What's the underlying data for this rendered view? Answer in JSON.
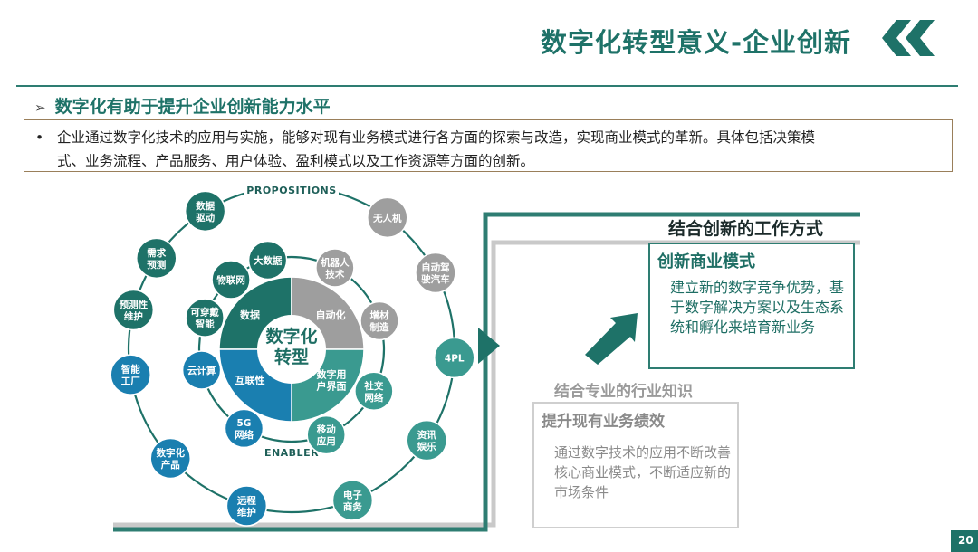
{
  "header": {
    "title": "数字化转型意义-企业创新"
  },
  "subtitle": {
    "text": "数字化有助于提升企业创新能力水平"
  },
  "description": {
    "bullet": "•",
    "line1": "企业通过数字化技术的应用与实施，能够对现有业务模式进行各方面的探索与改造，实现商业模式的革新。具体包括决策模",
    "line2": "式、业务流程、产品服务、用户体验、盈利模式以及工作资源等方面的创新。"
  },
  "diagram": {
    "ring_top_label": "PROPOSITIONS",
    "ring_bottom_label": "ENABLER",
    "center": [
      "数字化",
      "转型"
    ],
    "segments": [
      {
        "label": "数据",
        "color": "#1e7268"
      },
      {
        "label": "自动化",
        "color": "#9e9e9e"
      },
      {
        "label": "数字用户界面",
        "lines": [
          "数字用",
          "户界面"
        ],
        "color": "#3a9a90"
      },
      {
        "label": "互联性",
        "color": "#1a7fb0"
      }
    ],
    "outer_nodes": [
      {
        "label": "数据驱动",
        "lines": [
          "数据",
          "驱动"
        ],
        "color": "#1e7268"
      },
      {
        "label": "无人机",
        "lines": [
          "无人机"
        ],
        "color": "#9e9e9e"
      },
      {
        "label": "自动驾驶汽车",
        "lines": [
          "自动驾",
          "驶汽车"
        ],
        "color": "#9e9e9e"
      },
      {
        "label": "4PL",
        "lines": [
          "4PL"
        ],
        "color": "#3a9a90"
      },
      {
        "label": "资讯娱乐",
        "lines": [
          "资讯",
          "娱乐"
        ],
        "color": "#3a9a90"
      },
      {
        "label": "电子商务",
        "lines": [
          "电子",
          "商务"
        ],
        "color": "#3a9a90"
      },
      {
        "label": "远程维护",
        "lines": [
          "远程",
          "维护"
        ],
        "color": "#1a7fb0"
      },
      {
        "label": "数字化产品",
        "lines": [
          "数字化",
          "产品"
        ],
        "color": "#1a7fb0"
      },
      {
        "label": "智能工厂",
        "lines": [
          "智能",
          "工厂"
        ],
        "color": "#1a7fb0"
      },
      {
        "label": "预测性维护",
        "lines": [
          "预测性",
          "维护"
        ],
        "color": "#1e7268"
      },
      {
        "label": "需求预测",
        "lines": [
          "需求",
          "预测"
        ],
        "color": "#1e7268"
      }
    ],
    "inner_nodes": [
      {
        "label": "大数据",
        "lines": [
          "大数据"
        ],
        "color": "#1e7268"
      },
      {
        "label": "机器人技术",
        "lines": [
          "机器人",
          "技术"
        ],
        "color": "#9e9e9e"
      },
      {
        "label": "增材制造",
        "lines": [
          "增材",
          "制造"
        ],
        "color": "#9e9e9e"
      },
      {
        "label": "社交网络",
        "lines": [
          "社交",
          "网络"
        ],
        "color": "#3a9a90"
      },
      {
        "label": "移动应用",
        "lines": [
          "移动",
          "应用"
        ],
        "color": "#3a9a90"
      },
      {
        "label": "5G网络",
        "lines": [
          "5G",
          "网络"
        ],
        "color": "#1a7fb0"
      },
      {
        "label": "云计算",
        "lines": [
          "云计算"
        ],
        "color": "#1a7fb0"
      },
      {
        "label": "可穿戴智能",
        "lines": [
          "可穿戴",
          "智能"
        ],
        "color": "#1e7268"
      },
      {
        "label": "物联网",
        "lines": [
          "物联网"
        ],
        "color": "#1e7268"
      }
    ]
  },
  "innovation_box": {
    "title": "结合创新的工作方式",
    "heading": "创新商业模式",
    "body": "建立新的数字竞争优势，基于数字解决方案以及生态系统和孵化来培育新业务"
  },
  "knowledge_box": {
    "title": "结合专业的行业知识",
    "heading": "提升现有业务绩效",
    "body": "通过数字技术的应用不断改善核心商业模式，不断适应新的市场条件"
  },
  "page_number": "20",
  "colors": {
    "brand": "#1e7268",
    "grey": "#9e9e9e",
    "teal": "#3a9a90",
    "blue": "#1a7fb0"
  }
}
